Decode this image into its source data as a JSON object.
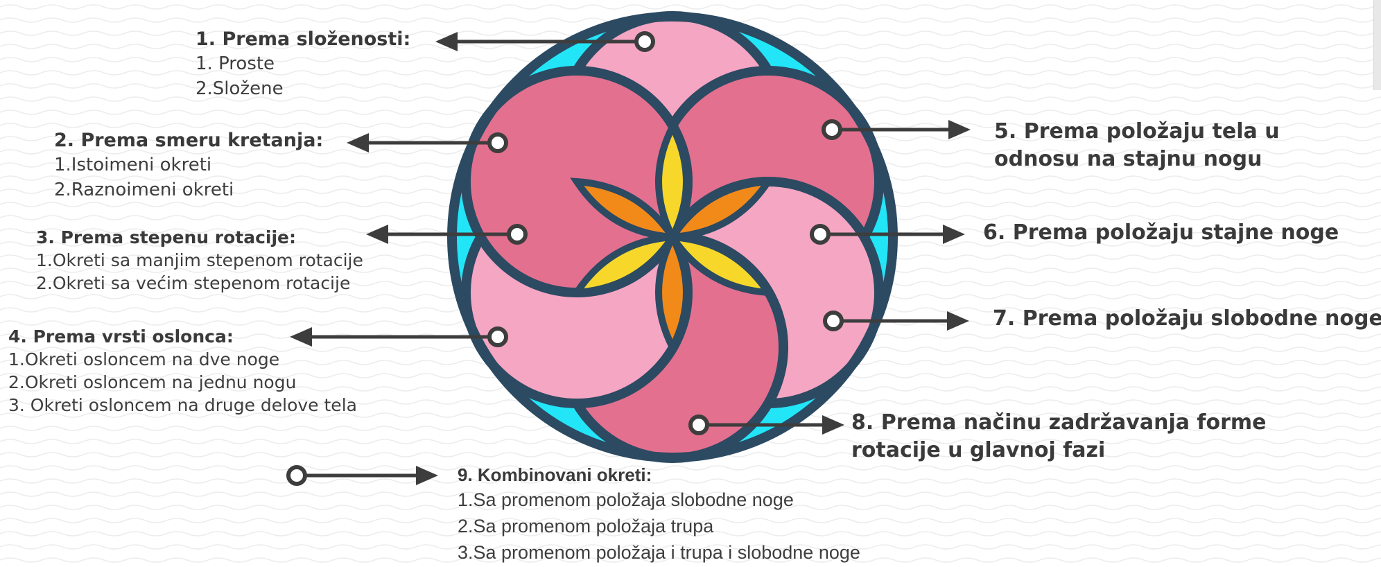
{
  "groups": [
    {
      "title": "1. Prema složenosti:",
      "items": [
        "1. Proste",
        "2.Složene"
      ]
    },
    {
      "title": "2. Prema smeru kretanja:",
      "items": [
        "1.Istoimeni okreti",
        "2.Raznoimeni okreti"
      ]
    },
    {
      "title": "3. Prema stepenu rotacije:",
      "items": [
        "1.Okreti sa manjim stepenom rotacije",
        "2.Okreti sa većim stepenom rotacije"
      ]
    },
    {
      "title": "4. Prema vrsti oslonca:",
      "items": [
        "1.Okreti osloncem na dve noge",
        "2.Okreti osloncem na jednu nogu",
        "3. Okreti osloncem na druge delove tela"
      ]
    },
    {
      "title": "5. Prema položaju tela u odnosu na stajnu nogu"
    },
    {
      "title": "6. Prema položaju stajne noge"
    },
    {
      "title": "7. Prema položaju slobodne noge"
    },
    {
      "title": "8. Prema načinu zadržavanja forme rotacije u glavnoj fazi"
    },
    {
      "title": "9. Kombinovani okreti:",
      "items": [
        "1.Sa promenom položaja slobodne noge",
        "2.Sa promenom položaja trupa",
        "3.Sa promenom položaja i trupa i slobodne noge"
      ]
    }
  ],
  "colors": {
    "outline": "#2c4a62",
    "cyan": "#22e6f7",
    "blue": "#17b4e8",
    "pink_light": "#f5a6c3",
    "pink_dark": "#e3708f",
    "yellow": "#f7d82a",
    "orange": "#f28a1a",
    "arrow": "#3d3d3d"
  }
}
